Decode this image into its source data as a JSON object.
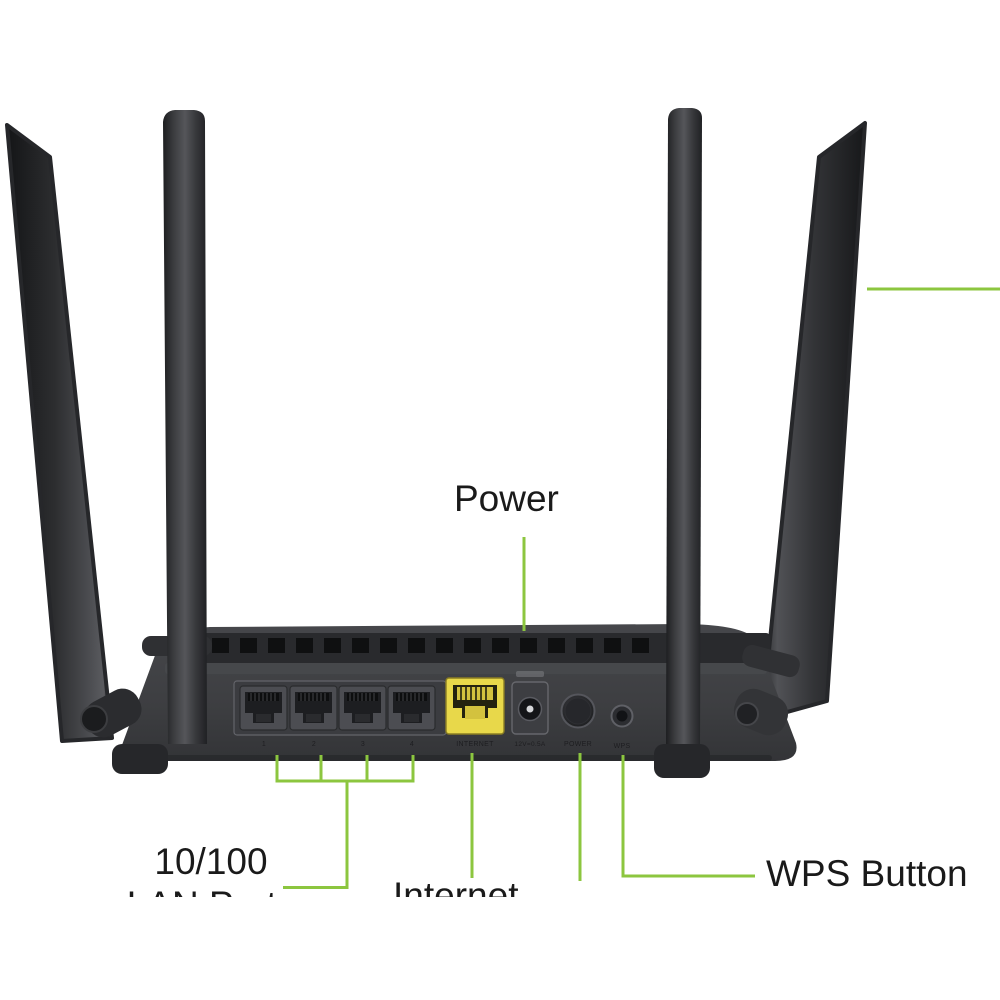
{
  "scene": {
    "description": "Rear view of a black four-antenna wireless router with green callout lines",
    "background_color": "#FFFFFF",
    "text_color": "#1A1A1A"
  },
  "callouts": {
    "line_color": "#8CC63F",
    "power": {
      "label": "Power"
    },
    "lan": {
      "line1": "10/100",
      "line2": "LAN Ports"
    },
    "internet": {
      "label": "Internet"
    },
    "wps": {
      "label": "WPS Button"
    }
  },
  "rear_panel": {
    "lan_port_numbers": [
      "1",
      "2",
      "3",
      "4"
    ],
    "internet_label": "INTERNET",
    "power_jack_label": "12V=0.5A",
    "power_button_label": "POWER",
    "wps_button_label": "WPS",
    "internet_port_color": "#E8D84A",
    "body_color": "#3E3F43"
  }
}
